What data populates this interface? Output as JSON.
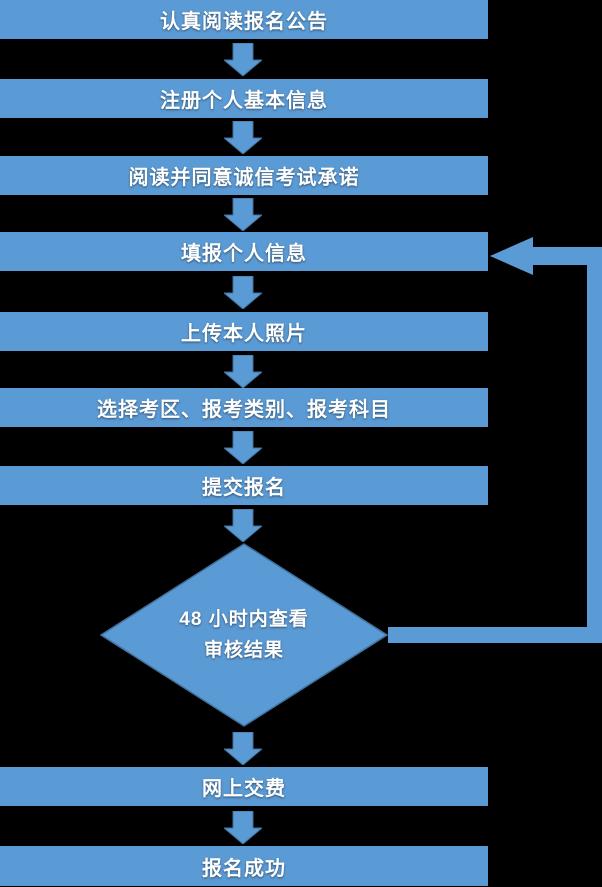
{
  "colors": {
    "background": "#000000",
    "node_fill": "#5B9BD5",
    "connector_fill": "#5B9BD5",
    "arrow_border": "#41719C",
    "text": "#FFFFFF"
  },
  "nodes": [
    {
      "label": "认真阅读报名公告"
    },
    {
      "label": "注册个人基本信息"
    },
    {
      "label": "阅读并同意诚信考试承诺"
    },
    {
      "label": "填报个人信息"
    },
    {
      "label": "上传本人照片"
    },
    {
      "label": "选择考区、报考类别、报考科目"
    },
    {
      "label": "提交报名"
    },
    {
      "label": "网上交费"
    },
    {
      "label": "报名成功"
    }
  ],
  "decision": {
    "lines": [
      "48 小时内查看",
      "审核结果"
    ]
  },
  "loop": {
    "from": "decision-check-review-result",
    "to": "flow-node-fill-personal-info"
  }
}
